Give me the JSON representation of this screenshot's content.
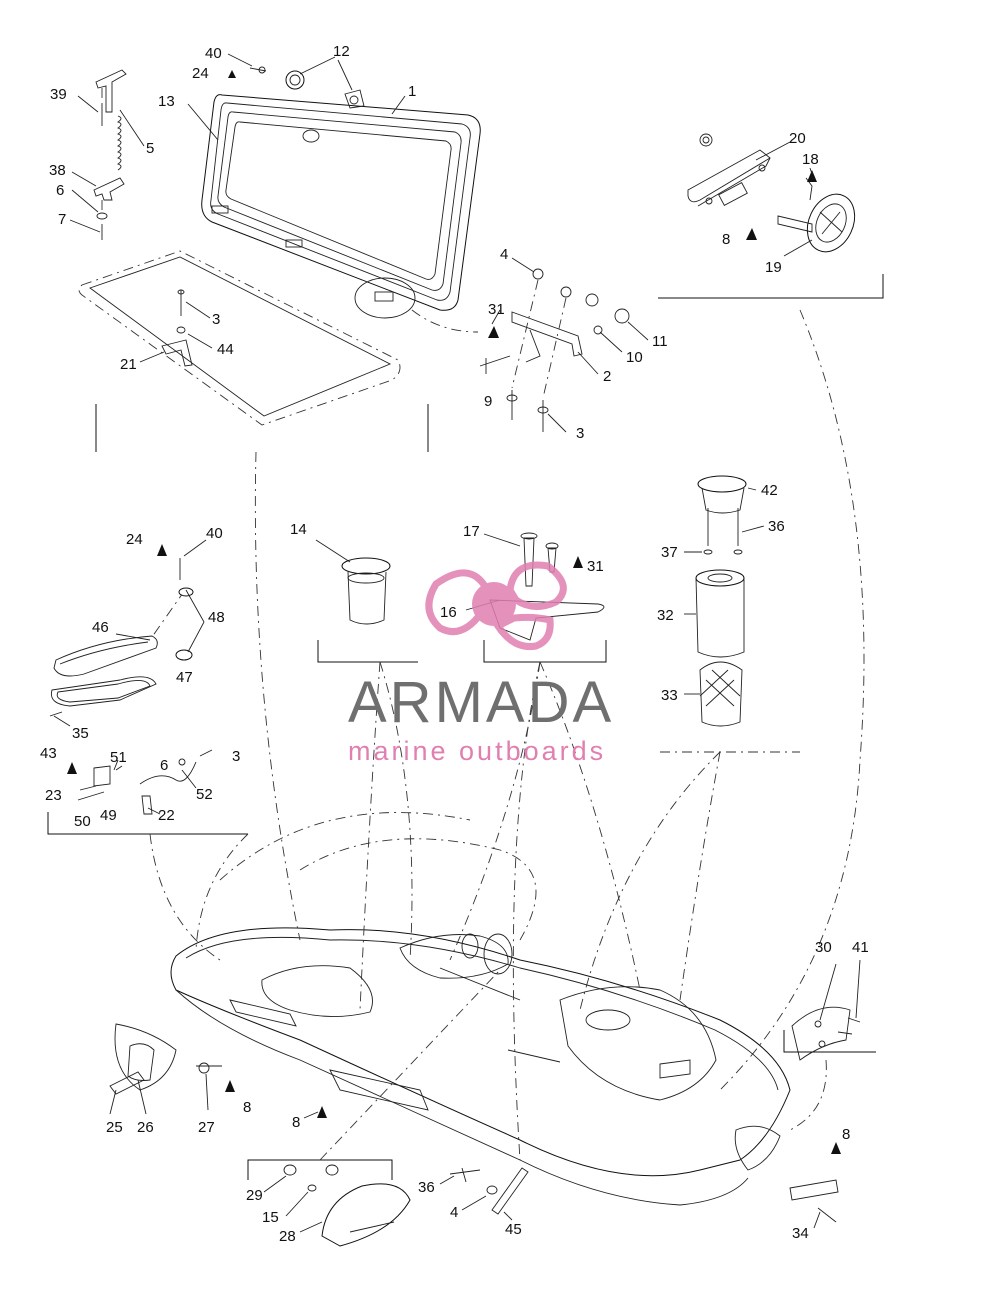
{
  "watermark": {
    "brand": "ARMADA",
    "tagline": "marine outboards",
    "brand_color": "#6f6f6f",
    "accent_color": "#e07fb0",
    "logo_icon": "propeller-icon"
  },
  "callouts": [
    {
      "id": "c1",
      "text": "1"
    },
    {
      "id": "c2",
      "text": "2"
    },
    {
      "id": "c3a",
      "text": "3"
    },
    {
      "id": "c3b",
      "text": "3"
    },
    {
      "id": "c3c",
      "text": "3"
    },
    {
      "id": "c4a",
      "text": "4"
    },
    {
      "id": "c4b",
      "text": "4"
    },
    {
      "id": "c5",
      "text": "5"
    },
    {
      "id": "c6a",
      "text": "6"
    },
    {
      "id": "c6b",
      "text": "6"
    },
    {
      "id": "c7",
      "text": "7"
    },
    {
      "id": "c8a",
      "text": "8"
    },
    {
      "id": "c8b",
      "text": "8"
    },
    {
      "id": "c8c",
      "text": "8"
    },
    {
      "id": "c8d",
      "text": "8"
    },
    {
      "id": "c9",
      "text": "9"
    },
    {
      "id": "c10",
      "text": "10"
    },
    {
      "id": "c11",
      "text": "11"
    },
    {
      "id": "c12",
      "text": "12"
    },
    {
      "id": "c13",
      "text": "13"
    },
    {
      "id": "c14",
      "text": "14"
    },
    {
      "id": "c15",
      "text": "15"
    },
    {
      "id": "c16",
      "text": "16"
    },
    {
      "id": "c17",
      "text": "17"
    },
    {
      "id": "c18",
      "text": "18"
    },
    {
      "id": "c19",
      "text": "19"
    },
    {
      "id": "c20",
      "text": "20"
    },
    {
      "id": "c21",
      "text": "21"
    },
    {
      "id": "c22",
      "text": "22"
    },
    {
      "id": "c23",
      "text": "23"
    },
    {
      "id": "c24a",
      "text": "24"
    },
    {
      "id": "c24b",
      "text": "24"
    },
    {
      "id": "c25",
      "text": "25"
    },
    {
      "id": "c26",
      "text": "26"
    },
    {
      "id": "c27",
      "text": "27"
    },
    {
      "id": "c28",
      "text": "28"
    },
    {
      "id": "c29",
      "text": "29"
    },
    {
      "id": "c30",
      "text": "30"
    },
    {
      "id": "c31a",
      "text": "31"
    },
    {
      "id": "c31b",
      "text": "31"
    },
    {
      "id": "c32",
      "text": "32"
    },
    {
      "id": "c33",
      "text": "33"
    },
    {
      "id": "c34",
      "text": "34"
    },
    {
      "id": "c35",
      "text": "35"
    },
    {
      "id": "c36a",
      "text": "36"
    },
    {
      "id": "c36b",
      "text": "36"
    },
    {
      "id": "c37",
      "text": "37"
    },
    {
      "id": "c38",
      "text": "38"
    },
    {
      "id": "c39",
      "text": "39"
    },
    {
      "id": "c40a",
      "text": "40"
    },
    {
      "id": "c40b",
      "text": "40"
    },
    {
      "id": "c41",
      "text": "41"
    },
    {
      "id": "c42",
      "text": "42"
    },
    {
      "id": "c43",
      "text": "43"
    },
    {
      "id": "c44",
      "text": "44"
    },
    {
      "id": "c45",
      "text": "45"
    },
    {
      "id": "c46",
      "text": "46"
    },
    {
      "id": "c47",
      "text": "47"
    },
    {
      "id": "c48",
      "text": "48"
    },
    {
      "id": "c49",
      "text": "49"
    },
    {
      "id": "c50",
      "text": "50"
    },
    {
      "id": "c51",
      "text": "51"
    },
    {
      "id": "c52",
      "text": "52"
    }
  ]
}
